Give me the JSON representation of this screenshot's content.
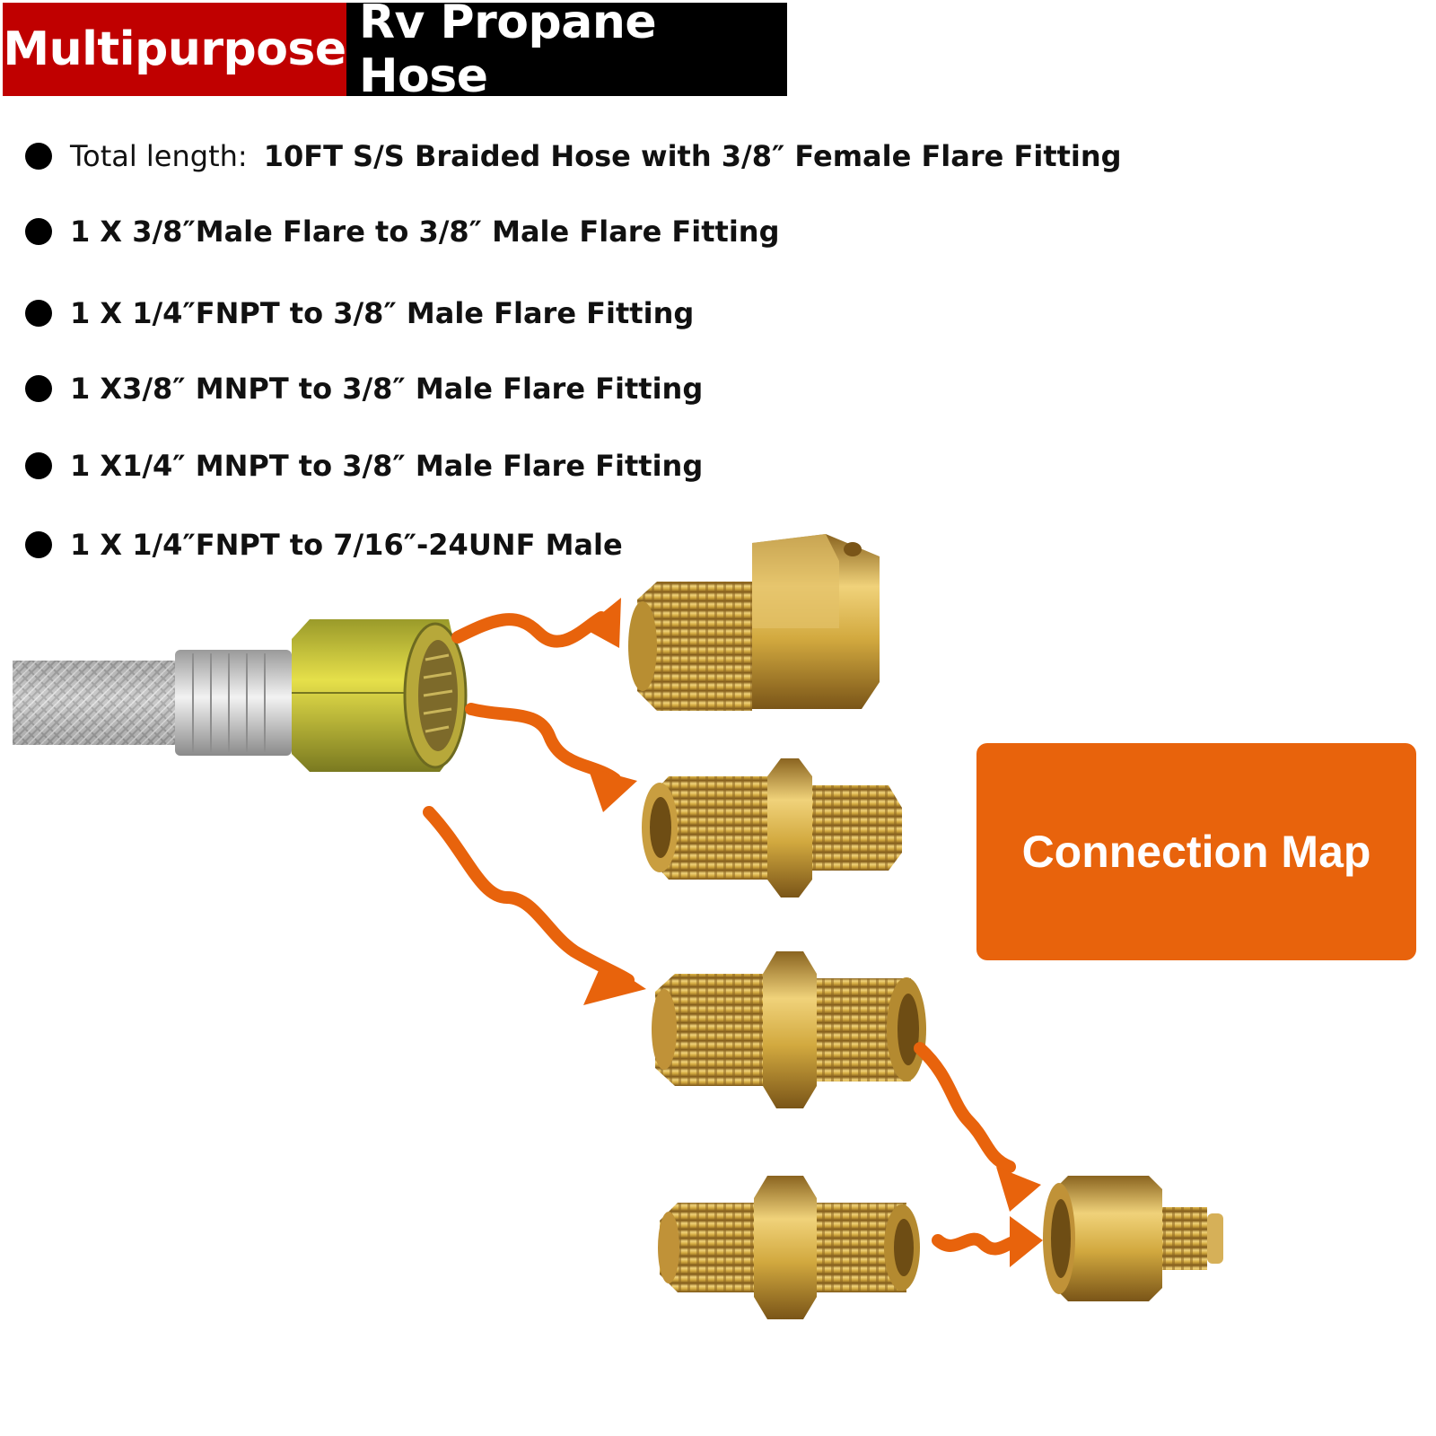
{
  "banner": {
    "red_text": "Multipurpose",
    "black_text": "Rv Propane Hose"
  },
  "bullets": [
    {
      "lead": "Total length:",
      "text": "10FT  S/S Braided Hose with 3/8″ Female Flare Fitting"
    },
    {
      "lead": "",
      "text": "1 X 3/8″Male Flare to 3/8″ Male Flare Fitting"
    },
    {
      "lead": "",
      "text": "1 X 1/4″FNPT to 3/8″ Male Flare Fitting"
    },
    {
      "lead": "",
      "text": "1 X3/8″ MNPT to 3/8″ Male Flare Fitting"
    },
    {
      "lead": "",
      "text": "1 X1/4″ MNPT to 3/8″ Male Flare Fitting"
    },
    {
      "lead": "",
      "text": "1 X 1/4″FNPT to 7/16″-24UNF Male"
    }
  ],
  "callout": {
    "label": "Connection Map"
  },
  "colors": {
    "banner_red": "#c00000",
    "banner_black": "#000000",
    "arrow_orange": "#e8630c",
    "brass": "#d2a93f"
  }
}
